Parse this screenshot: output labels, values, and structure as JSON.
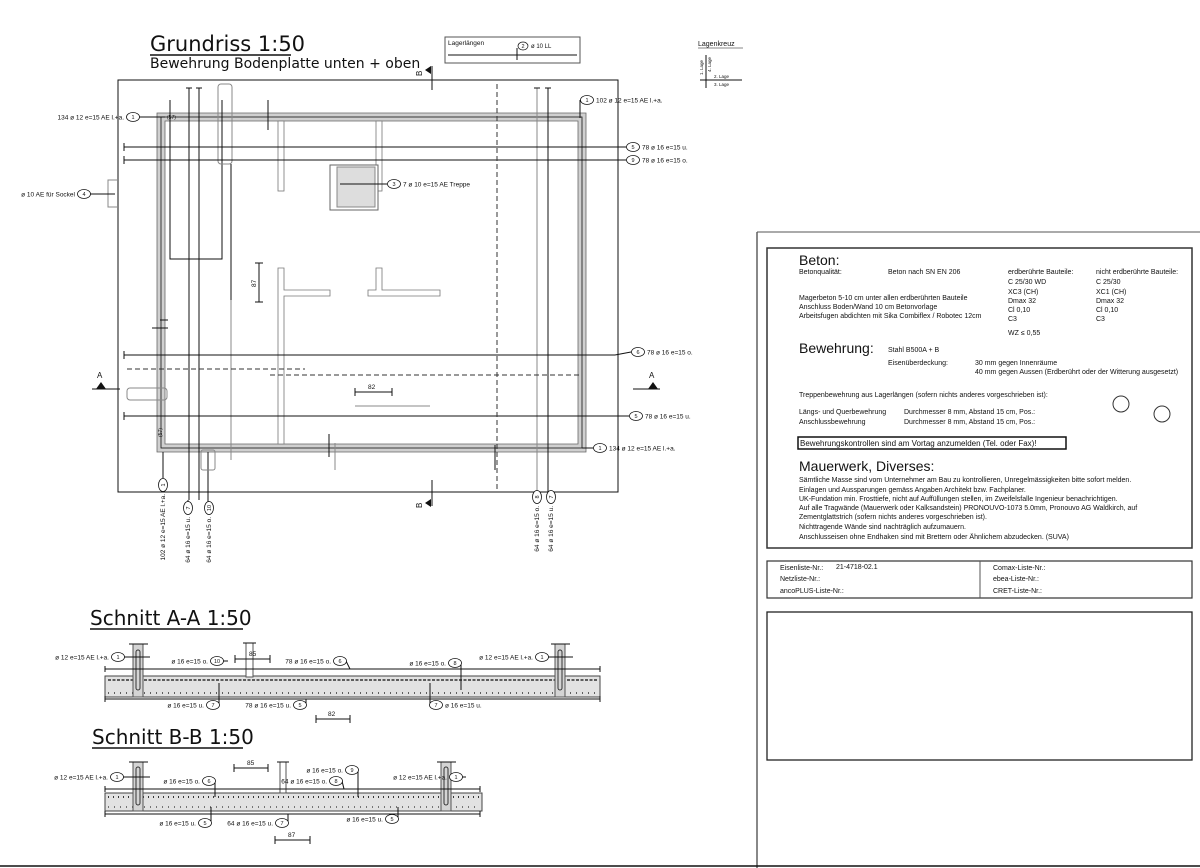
{
  "plan": {
    "title": "Grundriss 1:50",
    "subtitle": "Bewehrung Bodenplatte unten + oben",
    "marker_b": "B",
    "marker_a": "A",
    "lagerlaengen": {
      "label": "Lagerlängen",
      "pos": "2",
      "text": "ø 10 LL"
    },
    "lagenkreuz": {
      "title": "Lagenkreuz",
      "l1": "1. Lage",
      "l4": "4. Lage",
      "l2": "2. Lage",
      "l3": "3. Lage"
    },
    "dim_87": "87",
    "dim_82": "82",
    "tag_57": "(57)",
    "callouts": [
      {
        "pos": "1",
        "text": "134 ø 12 e=15 AE l.+a."
      },
      {
        "pos": "1",
        "text": "102 ø 12 e=15 AE l.+a."
      },
      {
        "pos": "5",
        "text": "78 ø 16 e=15 u."
      },
      {
        "pos": "9",
        "text": "78 ø 16 e=15 o."
      },
      {
        "pos": "3",
        "text": "7 ø 10 e=15 AE Treppe"
      },
      {
        "pos": "4",
        "text": "ø 10 AE für Sockel"
      },
      {
        "pos": "6",
        "text": "78 ø 16 e=15 o."
      },
      {
        "pos": "5",
        "text": "78 ø 16 e=15 u."
      },
      {
        "pos": "1",
        "text": "134 ø 12 e=15 AE l.+a."
      },
      {
        "pos": "1",
        "text": "102 ø 12 e=15 AE l.+a."
      },
      {
        "pos": "7",
        "text": "64 ø 16 e=15 u."
      },
      {
        "pos": "10",
        "text": "64 ø 16 e=15 o."
      },
      {
        "pos": "8",
        "text": "64 ø 16 e=15 o."
      },
      {
        "pos": "7",
        "text": "64 ø 16 e=15 u."
      }
    ]
  },
  "section_aa": {
    "title": "Schnitt A-A 1:50",
    "dim_85": "85",
    "dim_82": "82",
    "callouts": [
      {
        "pos": "1",
        "text": "ø 12 e=15 AE l.+a."
      },
      {
        "pos": "10",
        "text": "ø 16 e=15 o."
      },
      {
        "pos": "6",
        "text": "78 ø 16 e=15 o."
      },
      {
        "pos": "8",
        "text": "ø 16 e=15 o."
      },
      {
        "pos": "1",
        "text": "ø 12 e=15 AE l.+a."
      },
      {
        "pos": "7",
        "text": "ø 16 e=15 u."
      },
      {
        "pos": "5",
        "text": "78 ø 16 e=15 u."
      },
      {
        "pos": "7",
        "text": "ø 16 e=15 u."
      }
    ]
  },
  "section_bb": {
    "title": "Schnitt B-B 1:50",
    "dim_85": "85",
    "dim_87": "87",
    "callouts": [
      {
        "pos": "1",
        "text": "ø 12 e=15 AE l.+a."
      },
      {
        "pos": "6",
        "text": "ø 16 e=15 o."
      },
      {
        "pos": "9",
        "text": "ø 16 e=15 o."
      },
      {
        "pos": "8",
        "text": "64 ø 16 e=15 o."
      },
      {
        "pos": "1",
        "text": "ø 12 e=15 AE l.+a."
      },
      {
        "pos": "5",
        "text": "ø 16 e=15 u."
      },
      {
        "pos": "7",
        "text": "64 ø 16 e=15 u."
      },
      {
        "pos": "5",
        "text": "ø 16 e=15 u."
      }
    ]
  },
  "notes": {
    "beton": {
      "heading": "Beton:",
      "quality_label": "Betonqualität:",
      "quality_value": "Beton nach SN EN 206",
      "col1_head": "erdberührte Bauteile:",
      "col2_head": "nicht erdberührte Bauteile:",
      "col1": [
        "C 25/30 WD",
        "XC3 (CH)",
        "Dmax 32",
        "Cl 0,10",
        "C3"
      ],
      "col2": [
        "C 25/30",
        "XC1 (CH)",
        "Dmax 32",
        "Cl 0,10",
        "C3"
      ],
      "lines": [
        "Magerbeton 5-10 cm unter allen erdberührten Bauteile",
        "Anschluss Boden/Wand 10 cm Betonvorlage",
        "Arbeitsfugen abdichten mit Sika Combiflex / Robotec 12cm"
      ],
      "wz": "WZ ≤ 0,55"
    },
    "bewehrung": {
      "heading": "Bewehrung:",
      "stahl": "Stahl  B500A + B",
      "cover_label": "Eisenüberdeckung:",
      "cover_1": "30 mm gegen Innenräume",
      "cover_2": "40 mm gegen Aussen (Erdberührt oder der Witterung ausgesetzt)",
      "treppe": "Treppenbewehrung aus Lagerlängen (sofern nichts anderes vorgeschrieben ist):",
      "row1_label": "Längs- und Querbewehrung",
      "row1_value": "Durchmesser 8 mm, Abstand 15 cm, Pos.:",
      "row2_label": "Anschlussbewehrung",
      "row2_value": "Durchmesser 8 mm, Abstand 15 cm, Pos.:",
      "kontrolle": "Bewehrungskontrollen sind am Vortag anzumelden (Tel. oder Fax)!"
    },
    "mauerwerk": {
      "heading": "Mauerwerk, Diverses:",
      "lines": [
        "Sämtliche Masse sind vom Unternehmer am Bau zu kontrollieren, Unregelmässigkeiten bitte sofort melden.",
        "Einlagen und Aussparungen gemäss Angaben Architekt bzw. Fachplaner.",
        "UK-Fundation min. Frosttiefe, nicht auf Auffüllungen stellen, im Zweifelsfalle Ingenieur benachrichtigen.",
        "Auf alle Tragwände (Mauerwerk oder Kalksandstein)  PRONOUVO-1073 5.0mm, Pronouvo AG Waldkirch, auf",
        "Zementglattstrich (sofern nichts anderes vorgeschrieben ist).",
        "Nichttragende Wände sind nachträglich aufzumauern.",
        "Anschlusseisen ohne Endhaken sind mit Brettern oder Ähnlichem abzudecken. (SUVA)"
      ]
    }
  },
  "lists": {
    "eisenliste_label": "Eisenliste-Nr.:",
    "eisenliste_value": "21-4718-02.1",
    "netzliste_label": "Netzliste-Nr.:",
    "ancoplus_label": "ancoPLUS-Liste-Nr.:",
    "comax_label": "Comax-Liste-Nr.:",
    "ebea_label": "ebea-Liste-Nr.:",
    "cret_label": "CRET-Liste-Nr.:"
  }
}
